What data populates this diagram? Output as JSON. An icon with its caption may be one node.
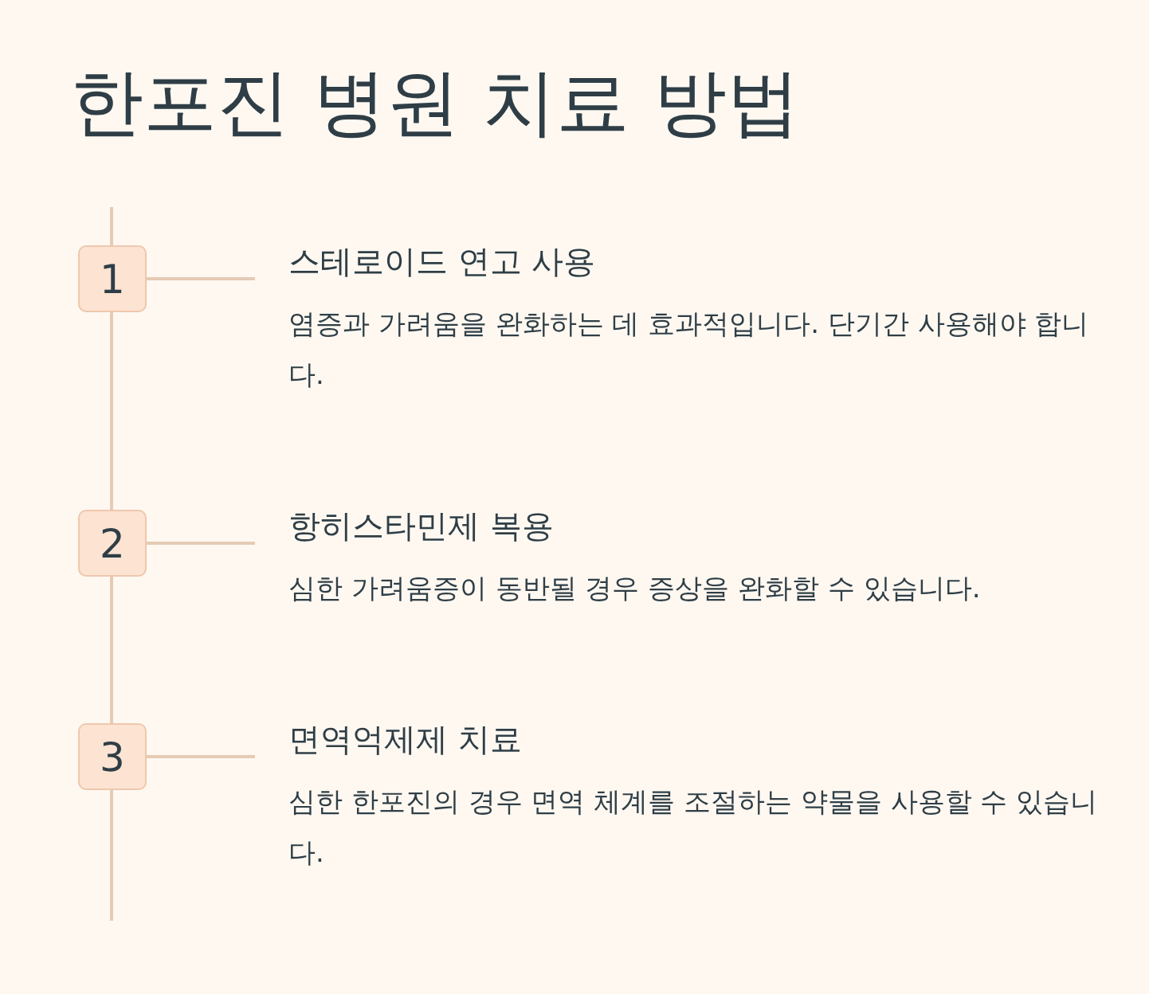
{
  "diagram": {
    "title": "한포진 병원 치료 방법",
    "nodes": [
      {
        "text": [
          "1"
        ]
      },
      {
        "text": [
          "스테로이드 연고 사용",
          "염증과 가려움을 완화하는 데 효과적입니다. 단기간 사용해야 합니다."
        ]
      },
      {
        "text": [
          "2"
        ]
      },
      {
        "text": [
          "항히스타민제 복용",
          "심한 가려움증이 동반될 경우 증상을 완화할 수 있습니다."
        ]
      },
      {
        "text": [
          "3"
        ]
      },
      {
        "text": [
          "면역억제제 치료",
          "심한 한포진의 경우 면역 체계를 조절하는 약물을 사용할 수 있습니다."
        ]
      }
    ],
    "edges": [
      {
        "from": 0,
        "to": 1,
        "arrow": "none"
      },
      {
        "from": 2,
        "to": 3,
        "arrow": "none"
      },
      {
        "from": 4,
        "to": 5,
        "arrow": "none"
      }
    ]
  }
}
